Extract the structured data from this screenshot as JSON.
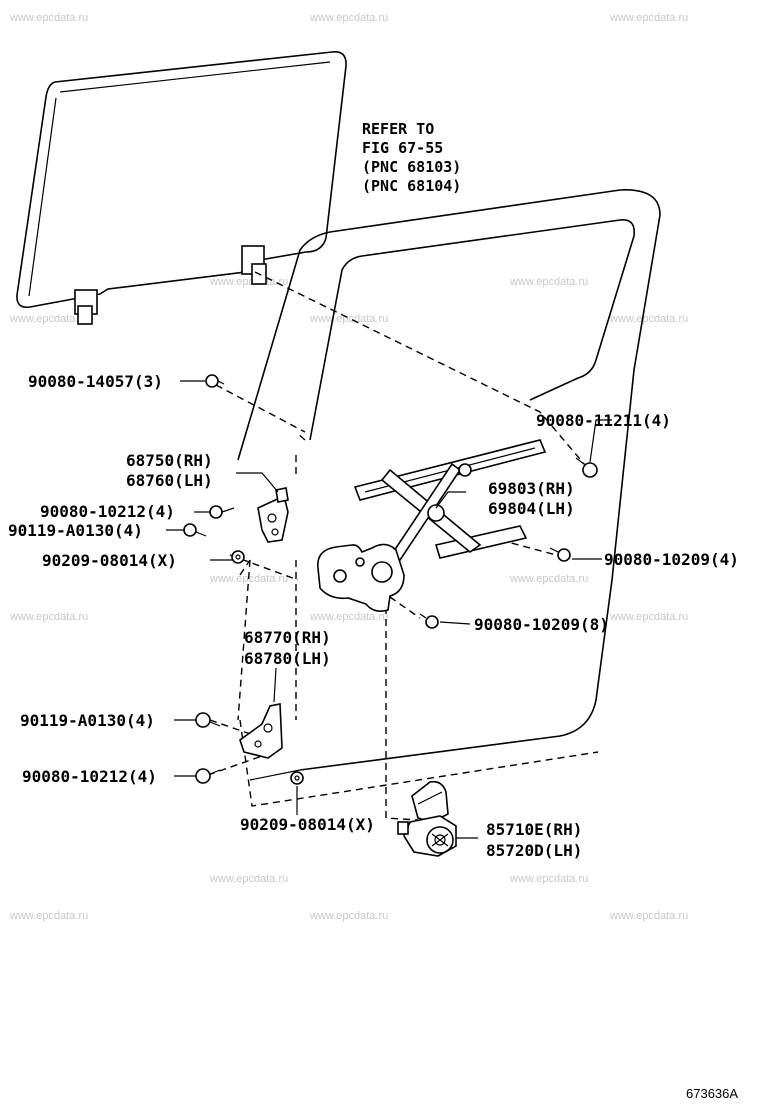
{
  "watermark": "www.epcdata.ru",
  "refer_note": [
    "REFER TO",
    "FIG  67-55",
    "(PNC 68103)",
    "(PNC 68104)"
  ],
  "callouts": {
    "bolt_top_left": "90080-14057(3)",
    "bolt_top_right": "90080-11211(4)",
    "upper_hinge_rh": "68750(RH)",
    "upper_hinge_lh": "68760(LH)",
    "bolt_upper_hinge_a": "90080-10212(4)",
    "bolt_upper_hinge_b": "90119-A0130(4)",
    "washer_upper": "90209-08014(X)",
    "regulator_rh": "69803(RH)",
    "regulator_lh": "69804(LH)",
    "bolt_rail": "90080-10209(4)",
    "bolt_regulator": "90080-10209(8)",
    "lower_hinge_rh": "68770(RH)",
    "lower_hinge_lh": "68780(LH)",
    "bolt_lower_hinge_a": "90119-A0130(4)",
    "bolt_lower_hinge_b": "90080-10212(4)",
    "washer_lower": "90209-08014(X)",
    "motor_rh": "85710E(RH)",
    "motor_lh": "85720D(LH)"
  },
  "figure_code": "673636A"
}
